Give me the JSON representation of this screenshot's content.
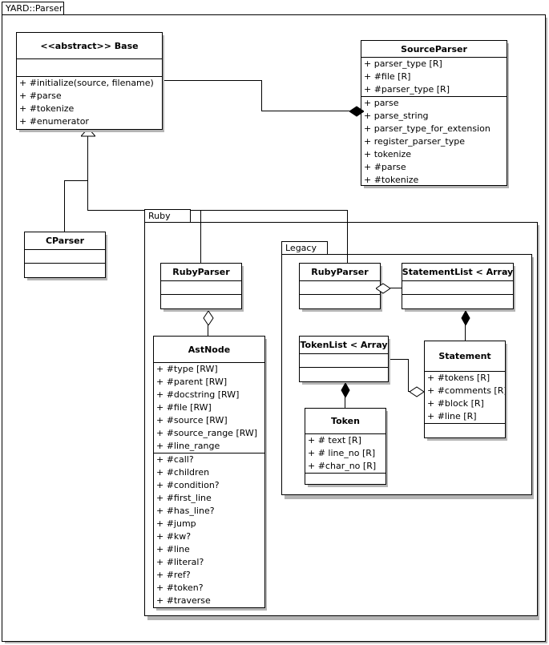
{
  "diagram": {
    "title": "YARD::Parser",
    "type": "uml-class-diagram"
  },
  "packages": [
    {
      "name": "YARD::Parser",
      "id": "yard-parser"
    },
    {
      "name": "Ruby",
      "id": "ruby"
    },
    {
      "name": "Legacy",
      "id": "legacy"
    }
  ],
  "classes": {
    "base": {
      "name": "<<abstract>> Base",
      "attributes": [],
      "methods": [
        "+ #initialize(source, filename)",
        "+ #parse",
        "+ #tokenize",
        "+ #enumerator"
      ]
    },
    "source_parser": {
      "name": "SourceParser",
      "attributes": [
        "+ parser_type [R]",
        "+ #file [R]",
        "+ #parser_type [R]"
      ],
      "methods": [
        "+ parse",
        "+ parse_string",
        "+ parser_type_for_extension",
        "+ register_parser_type",
        "+ tokenize",
        "+ #parse",
        "+ #tokenize"
      ]
    },
    "cparser": {
      "name": "CParser",
      "attributes": [],
      "methods": []
    },
    "ruby_parser": {
      "name": "RubyParser",
      "attributes": [],
      "methods": []
    },
    "legacy_ruby_parser": {
      "name": "RubyParser",
      "attributes": [],
      "methods": []
    },
    "statement_list": {
      "name": "StatementList < Array",
      "attributes": [],
      "methods": []
    },
    "ast_node": {
      "name": "AstNode",
      "attributes": [
        "+ #type [RW]",
        "+ #parent [RW]",
        "+ #docstring [RW]",
        "+ #file [RW]",
        "+ #source [RW]",
        "+ #source_range [RW]",
        "+ #line_range"
      ],
      "methods": [
        "+ #call?",
        "+ #children",
        "+ #condition?",
        "+ #first_line",
        "+ #has_line?",
        "+ #jump",
        "+ #kw?",
        "+ #line",
        "+ #literal?",
        "+ #ref?",
        "+ #token?",
        "+ #traverse"
      ]
    },
    "token_list": {
      "name": "TokenList < Array",
      "attributes": [],
      "methods": []
    },
    "token": {
      "name": "Token",
      "attributes": [
        "+ # text [R]",
        "+ # line_no [R]",
        "+ #char_no [R]"
      ],
      "methods": []
    },
    "statement": {
      "name": "Statement",
      "attributes": [
        "+ #tokens [R]",
        "+ #comments [R]",
        "+ #block [R]",
        "+ #line [R]"
      ],
      "methods": []
    }
  },
  "relationships": [
    {
      "from": "base",
      "to": "source_parser",
      "type": "composition",
      "marker": "filled-diamond"
    },
    {
      "from": "base",
      "to": "cparser",
      "type": "generalization",
      "marker": "hollow-triangle"
    },
    {
      "from": "base",
      "to": "ruby_parser",
      "type": "generalization",
      "marker": "hollow-triangle"
    },
    {
      "from": "base",
      "to": "legacy_ruby_parser",
      "type": "generalization",
      "marker": "hollow-triangle"
    },
    {
      "from": "ruby_parser",
      "to": "ast_node",
      "type": "aggregation",
      "marker": "hollow-diamond"
    },
    {
      "from": "legacy_ruby_parser",
      "to": "statement_list",
      "type": "aggregation",
      "marker": "hollow-diamond"
    },
    {
      "from": "statement_list",
      "to": "statement",
      "type": "composition",
      "marker": "filled-diamond"
    },
    {
      "from": "statement",
      "to": "token_list",
      "type": "aggregation",
      "marker": "hollow-diamond"
    },
    {
      "from": "token_list",
      "to": "token",
      "type": "composition",
      "marker": "filled-diamond"
    }
  ],
  "colors": {
    "line": "#000000",
    "background": "#ffffff",
    "shadow": "#b4b4b4"
  }
}
